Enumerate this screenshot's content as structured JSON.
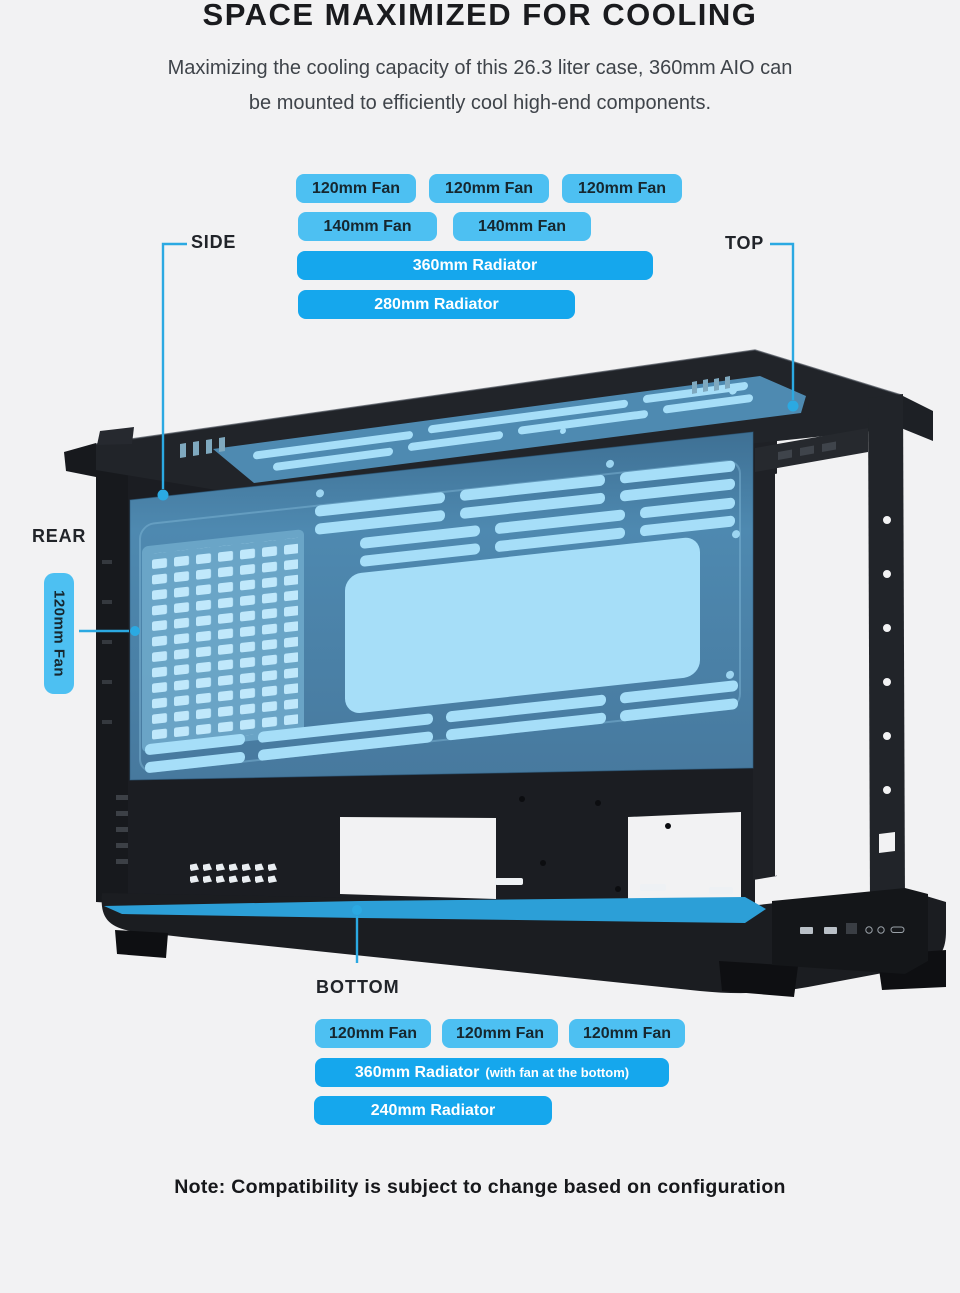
{
  "title": "SPACE MAXIMIZED FOR COOLING",
  "subtitle": {
    "line1": "Maximizing the cooling capacity of this 26.3 liter case, 360mm AIO can",
    "line2": "be mounted to efficiently cool high-end components."
  },
  "labels": {
    "side": "SIDE",
    "top": "TOP",
    "rear": "REAR",
    "bottom": "BOTTOM"
  },
  "rear_badge": {
    "label": "120mm Fan"
  },
  "side_top_badges": [
    {
      "label": "120mm Fan"
    },
    {
      "label": "120mm Fan"
    },
    {
      "label": "120mm Fan"
    },
    {
      "label": "140mm Fan"
    },
    {
      "label": "140mm Fan"
    },
    {
      "label": "360mm Radiator"
    },
    {
      "label": "280mm Radiator"
    }
  ],
  "bottom_badges": [
    {
      "label": "120mm Fan"
    },
    {
      "label": "120mm Fan"
    },
    {
      "label": "120mm Fan"
    },
    {
      "label": "360mm Radiator",
      "suffix": "(with fan at the bottom)"
    },
    {
      "label": "240mm Radiator"
    }
  ],
  "note": "Note: Compatibility is subject to change based on configuration",
  "colors": {
    "background": "#f2f2f3",
    "badge_light": "#4dc0f2",
    "badge_dark": "#15a7ed",
    "connector": "#2ba9e2",
    "panel_highlight": "#a6def8"
  }
}
